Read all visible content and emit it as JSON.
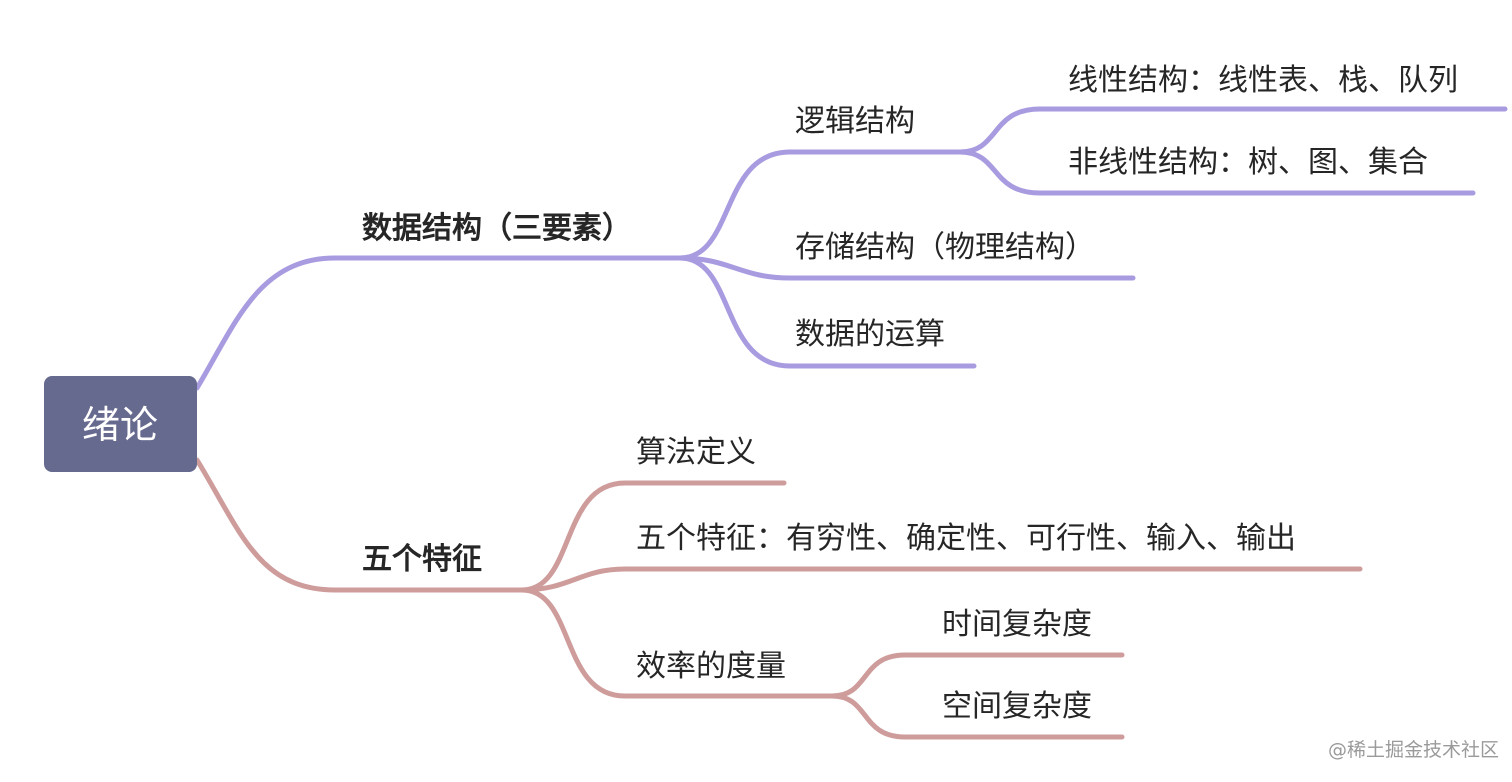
{
  "root": {
    "label": "绪论",
    "color": "#676a8f"
  },
  "branches": [
    {
      "label": "数据结构（三要素）",
      "color": "#a99be0",
      "children": [
        {
          "label": "逻辑结构",
          "children": [
            {
              "label": "线性结构：线性表、栈、队列"
            },
            {
              "label": "非线性结构：树、图、集合"
            }
          ]
        },
        {
          "label": "存储结构（物理结构）"
        },
        {
          "label": "数据的运算"
        }
      ]
    },
    {
      "label": "五个特征",
      "color": "#cf9c9c",
      "children": [
        {
          "label": "算法定义"
        },
        {
          "label": "五个特征：有穷性、确定性、可行性、输入、输出"
        },
        {
          "label": "效率的度量",
          "children": [
            {
              "label": "时间复杂度"
            },
            {
              "label": "空间复杂度"
            }
          ]
        }
      ]
    }
  ],
  "watermark": "@稀土掘金技术社区"
}
